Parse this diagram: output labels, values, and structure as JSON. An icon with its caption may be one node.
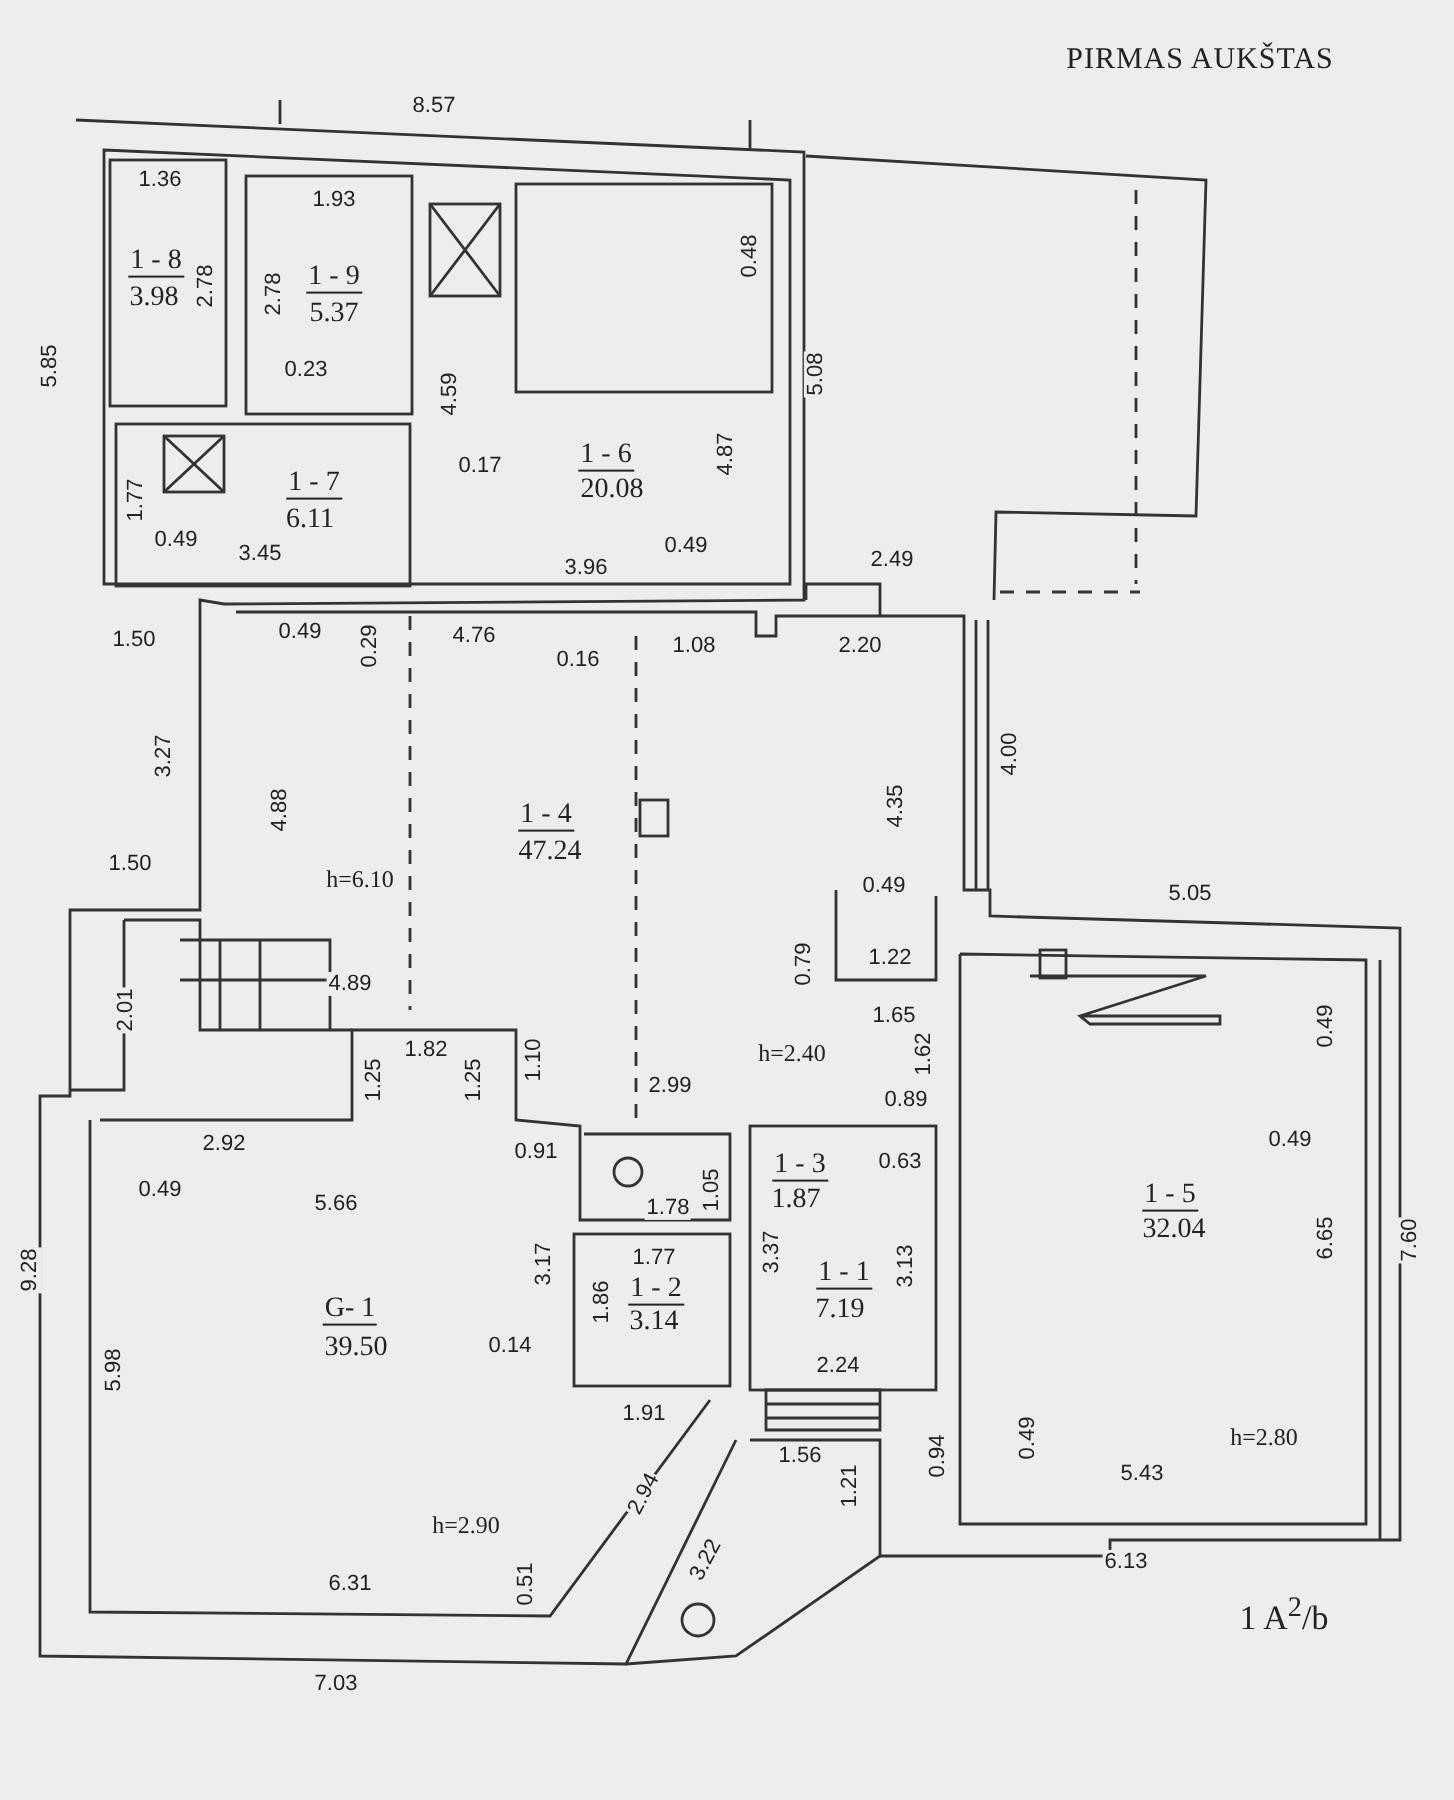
{
  "diagram": {
    "title": "PIRMAS AUKŠTAS",
    "labels": [
      "8.57",
      "1.36",
      "1.93",
      "0.48",
      "1 - 8",
      "1 - 9",
      "2.78",
      "2.78",
      "3.98",
      "5.37",
      "5.85",
      "0.23",
      "5.08",
      "4.59",
      "4.87",
      "1 - 6",
      "0.17",
      "1 - 7",
      "20.08",
      "1.77",
      "6.11",
      "0.49",
      "0.49",
      "3.45",
      "2.49",
      "3.96",
      "0.49",
      "4.76",
      "1.50",
      "0.29",
      "1.08",
      "2.20",
      "0.16",
      "4.00",
      "3.27",
      "4.35",
      "4.88",
      "1 - 4",
      "47.24",
      "1.50",
      "h=6.10",
      "0.49",
      "5.05",
      "1.22",
      "0.79",
      "4.89",
      "2.01",
      "1.65",
      "0.49",
      "1.82",
      "h=2.40",
      "1.62",
      "1.10",
      "1.25",
      "1.25",
      "2.99",
      "0.89",
      "2.92",
      "0.91",
      "0.63",
      "0.49",
      "1 - 3",
      "0.49",
      "1.05",
      "1.87",
      "1 - 5",
      "5.66",
      "1.78",
      "32.04",
      "6.65",
      "7.60",
      "3.37",
      "1.77",
      "3.17",
      "3.13",
      "9.28",
      "1 - 1",
      "1 - 2",
      "1.86",
      "7.19",
      "G- 1",
      "3.14",
      "39.50",
      "0.14",
      "2.24",
      "5.98",
      "1.91",
      "0.49",
      "h=2.80",
      "1.56",
      "0.94",
      "5.43",
      "1.21",
      "2.94",
      "h=2.90",
      "3.22",
      "6.13",
      "6.31",
      "0.51",
      "1 A$^{2}$/b",
      "7.03"
    ]
  }
}
